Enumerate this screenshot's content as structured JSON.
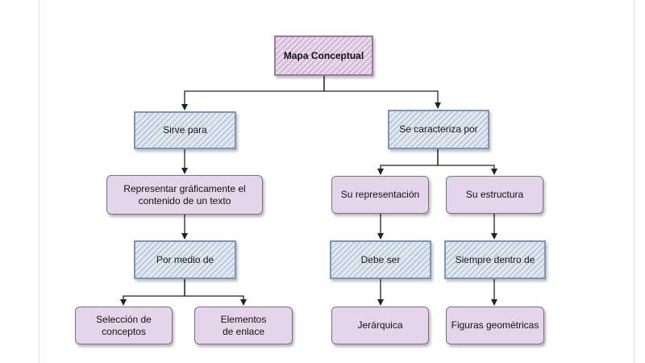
{
  "diagram": {
    "title": "Mapa Conceptual",
    "left": {
      "connector1": "Sirve para",
      "concept1": "Representar gráficamente el\ncontenido de un texto",
      "connector2": "Por medio de",
      "leaf1": "Selección de\nconceptos",
      "leaf2": "Elementos\nde enlace"
    },
    "right": {
      "connector1": "Se caracteriza por",
      "branch_a": {
        "concept": "Su representación",
        "connector": "Debe ser",
        "leaf": "Jerárquica"
      },
      "branch_b": {
        "concept": "Su estructura",
        "connector": "Siempre dentro de",
        "leaf": "Figuras geométricas"
      }
    }
  },
  "colors": {
    "content_fill": "#e6d5ea",
    "content_border": "#7a6f82",
    "connector_border": "#7c95b8",
    "title_border": "#9c7aa0",
    "edge": "#222222"
  }
}
